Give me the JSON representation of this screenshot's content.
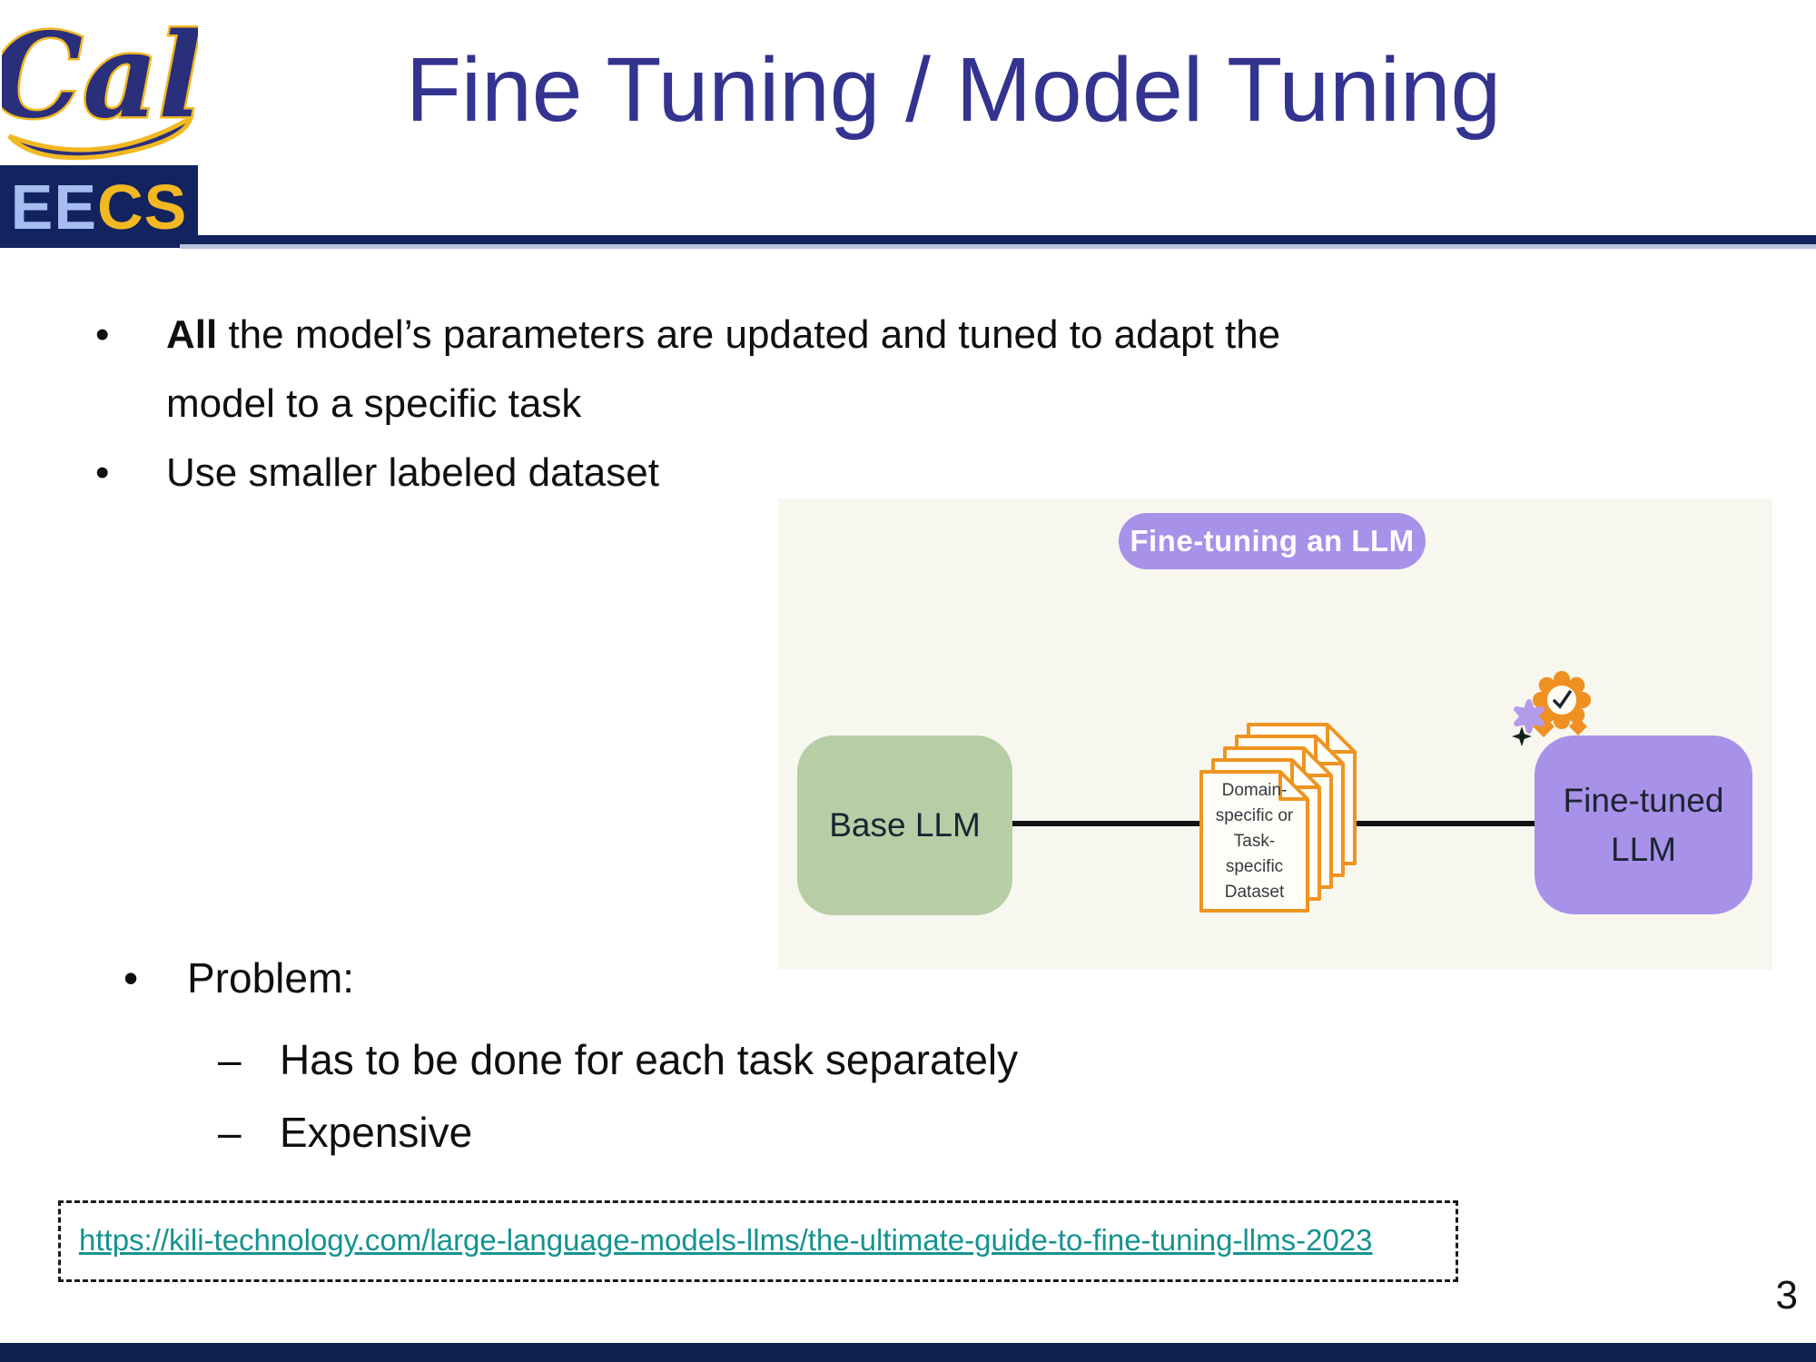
{
  "logo": {
    "cal": "Cal",
    "eecs_ee": "EE",
    "eecs_cs": "CS"
  },
  "header": {
    "title": "Fine Tuning / Model Tuning"
  },
  "bullets": {
    "marker": "•",
    "dash": "–",
    "b1_bold": "All",
    "b1_line1_rest": " the model’s parameters are updated and tuned to adapt the",
    "b1_line2": "model to a specific task",
    "b2": "Use smaller labeled dataset",
    "problem": "Problem:",
    "sub1": "Has to be done for each task separately",
    "sub2": "Expensive"
  },
  "diagram": {
    "pill_label": "Fine-tuning an LLM",
    "base_label": "Base LLM",
    "dataset_lines": [
      "Domain-",
      "specific or",
      "Task-",
      "specific",
      "Dataset"
    ],
    "finetuned_line1": "Fine-tuned",
    "finetuned_line2": "LLM"
  },
  "footer": {
    "link": "https://kili-technology.com/large-language-models-llms/the-ultimate-guide-to-fine-tuning-llms-2023",
    "page_number": "3"
  },
  "colors": {
    "title": "#333390",
    "header_bar": "#12235f",
    "pill_purple": "#a891e8",
    "base_green": "#b6cda5",
    "doc_orange": "#ee9420",
    "link_teal": "#14938f",
    "bottom_bar": "#0e2150",
    "diagram_bg": "#f7f7ef",
    "cal_gold": "#f2b822"
  }
}
